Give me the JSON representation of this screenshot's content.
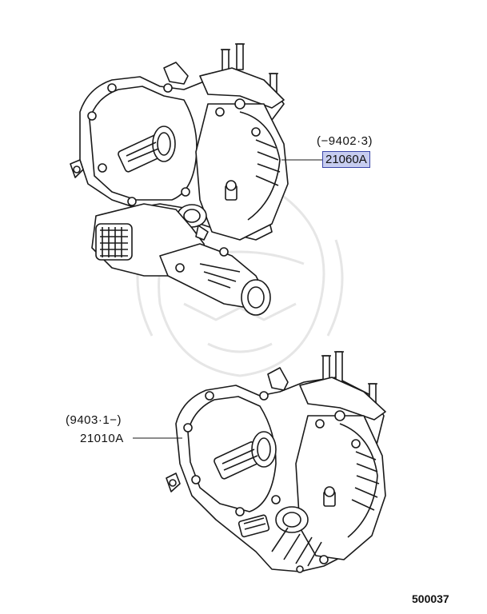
{
  "parts": {
    "upper": {
      "date_range": "(−9402·3)",
      "part_code": "21060A"
    },
    "lower": {
      "date_range": "(9403·1−)",
      "part_code": "21010A"
    }
  },
  "figure_number": "500037",
  "colors": {
    "line": "#1a1a1a",
    "highlight_fill": "#c7cdf0",
    "highlight_border": "#3a46a8",
    "watermark": "#e4e4e4"
  }
}
